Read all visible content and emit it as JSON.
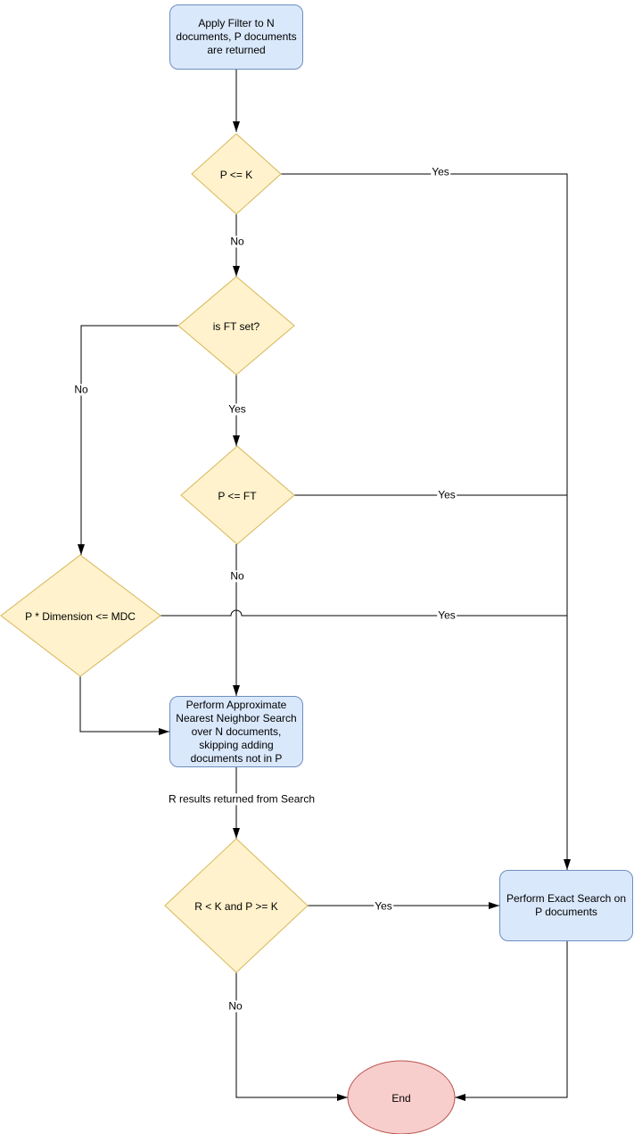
{
  "diagram": {
    "nodes": {
      "start": {
        "label": "Apply Filter to N documents, P documents are returned"
      },
      "decision_p_k": {
        "label": "P <= K"
      },
      "decision_ft_set": {
        "label": "is FT set?"
      },
      "decision_p_ft": {
        "label": "P <= FT"
      },
      "decision_mdc": {
        "label": "P * Dimension <= MDC"
      },
      "ann_search": {
        "label": "Perform Approximate Nearest Neighbor Search over N documents, skipping adding documents not in P"
      },
      "decision_r_k": {
        "label": "R < K and P >= K"
      },
      "exact_search": {
        "label": "Perform Exact Search on P documents"
      },
      "end": {
        "label": "End"
      }
    },
    "edge_labels": {
      "p_k_yes": "Yes",
      "p_k_no": "No",
      "ft_set_no": "No",
      "ft_set_yes": "Yes",
      "p_ft_yes": "Yes",
      "p_ft_no": "No",
      "mdc_yes": "Yes",
      "ann_result": "R results returned from Search",
      "r_k_yes": "Yes",
      "r_k_no": "No"
    },
    "colors": {
      "process_fill": "#dae8fc",
      "process_stroke": "#6c8ebf",
      "decision_fill": "#fff2cc",
      "decision_stroke": "#d6b656",
      "terminal_fill": "#f8cecc",
      "terminal_stroke": "#b85450",
      "edge": "#000000"
    }
  }
}
